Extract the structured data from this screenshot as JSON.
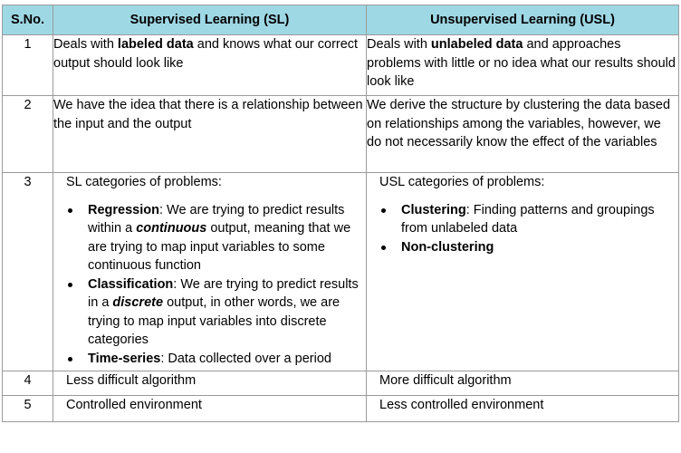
{
  "table": {
    "headers": {
      "sno": "S.No.",
      "sl": "Supervised Learning (SL)",
      "usl": "Unsupervised Learning (USL)"
    },
    "rows": [
      {
        "sno": "1",
        "sl": {
          "pre": "Deals with ",
          "bold": "labeled data",
          "post": " and knows what our correct output should look like"
        },
        "usl": {
          "pre": "Deals with ",
          "bold": "unlabeled data",
          "post": " and approaches problems with little or no idea what our results should look like"
        }
      },
      {
        "sno": "2",
        "sl": "We have the idea that there is a relationship between the input and the output",
        "usl": "We derive the structure by clustering the data based on relationships among the variables, however, we do not necessarily know the effect of the variables"
      },
      {
        "sno": "3",
        "sl": {
          "intro": "SL categories of problems:",
          "items": [
            {
              "term": "Regression",
              "pre": ": We are trying to predict results within a ",
              "emph": "continuous",
              "post": " output, meaning that we are trying to map input variables to some continuous function"
            },
            {
              "term": "Classification",
              "pre": ": We are trying to predict results in a ",
              "emph": "discrete",
              "post": " output, in other words, we are trying to map input variables into discrete categories"
            },
            {
              "term": "Time-series",
              "pre": ": Data collected over a period",
              "emph": "",
              "post": ""
            }
          ]
        },
        "usl": {
          "intro": "USL categories of problems:",
          "items": [
            {
              "term": "Clustering",
              "text": ": Finding patterns and groupings from unlabeled data"
            },
            {
              "term": "Non-clustering",
              "text": ""
            }
          ]
        }
      },
      {
        "sno": "4",
        "sl": "Less difficult algorithm",
        "usl": "More difficult algorithm"
      },
      {
        "sno": "5",
        "sl": "Controlled environment",
        "usl": "Less controlled environment"
      }
    ]
  }
}
